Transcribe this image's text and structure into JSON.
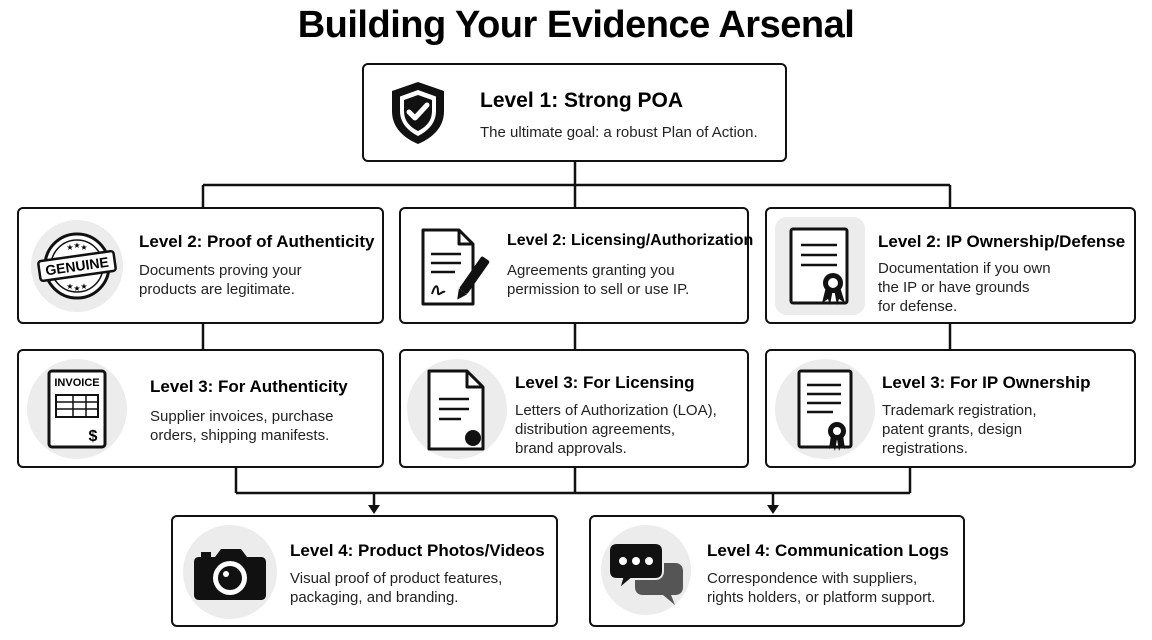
{
  "title": "Building Your Evidence Arsenal",
  "level1": {
    "heading": "Level 1: Strong POA",
    "description": [
      "The ultimate goal: a robust Plan of Action."
    ],
    "icon": "shield-check-icon"
  },
  "level2": [
    {
      "heading": "Level 2: Proof of Authenticity",
      "description": [
        "Documents proving your",
        "products are legitimate."
      ],
      "icon": "genuine-seal-icon",
      "icon_text": "GENUINE"
    },
    {
      "heading": "Level 2: Licensing/Authorization",
      "description": [
        "Agreements granting you",
        "permission to sell or use IP."
      ],
      "icon": "signed-document-icon"
    },
    {
      "heading": "Level 2: IP Ownership/Defense",
      "description": [
        "Documentation if you own",
        "the IP or have grounds",
        "for defense."
      ],
      "icon": "certificate-icon"
    }
  ],
  "level3": [
    {
      "heading": "Level 3: For Authenticity",
      "description": [
        "Supplier invoices, purchase",
        "orders, shipping manifests."
      ],
      "icon": "invoice-icon",
      "icon_text": "INVOICE"
    },
    {
      "heading": "Level 3: For Licensing",
      "description": [
        "Letters of Authorization (LOA),",
        "distribution agreements,",
        "brand approvals."
      ],
      "icon": "sealed-letter-icon"
    },
    {
      "heading": "Level 3: For IP Ownership",
      "description": [
        "Trademark registration,",
        "patent grants, design",
        "registrations."
      ],
      "icon": "registration-certificate-icon"
    }
  ],
  "level4": [
    {
      "heading": "Level 4: Product Photos/Videos",
      "description": [
        "Visual proof of product features,",
        "packaging, and branding."
      ],
      "icon": "camera-icon"
    },
    {
      "heading": "Level 4: Communication Logs",
      "description": [
        "Correspondence with suppliers,",
        "rights holders, or platform support."
      ],
      "icon": "chat-bubbles-icon"
    }
  ]
}
